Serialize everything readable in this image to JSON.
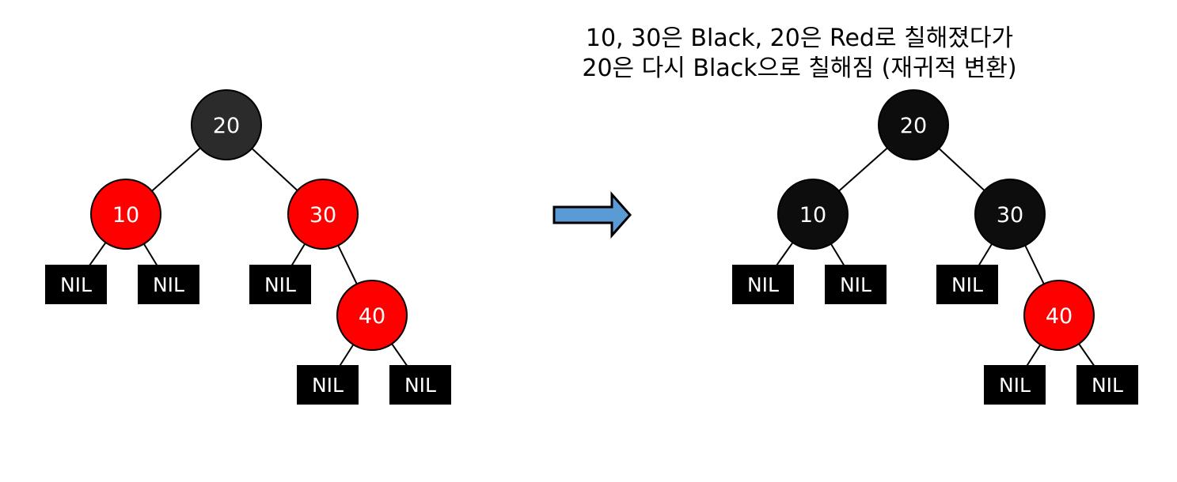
{
  "caption": {
    "line1": "10, 30은 Black, 20은 Red로 칠해졌다가",
    "line2": "20은 다시 Black으로 칠해짐 (재귀적 변환)"
  },
  "colors": {
    "red_node": "#ff0000",
    "black_node_before": "#2b2b2b",
    "black_node_after": "#0d0d0d",
    "nil_box": "#000000",
    "arrow_fill": "#5b9bd5",
    "edge": "#000000"
  },
  "trees": [
    {
      "id": "before",
      "nodes": [
        {
          "id": "n20",
          "label": "20",
          "color": "black"
        },
        {
          "id": "n10",
          "label": "10",
          "color": "red"
        },
        {
          "id": "n30",
          "label": "30",
          "color": "red"
        },
        {
          "id": "n40",
          "label": "40",
          "color": "red"
        }
      ],
      "nils": [
        {
          "id": "nil10l",
          "label": "NIL"
        },
        {
          "id": "nil10r",
          "label": "NIL"
        },
        {
          "id": "nil30l",
          "label": "NIL"
        },
        {
          "id": "nil40l",
          "label": "NIL"
        },
        {
          "id": "nil40r",
          "label": "NIL"
        }
      ]
    },
    {
      "id": "after",
      "nodes": [
        {
          "id": "n20",
          "label": "20",
          "color": "black"
        },
        {
          "id": "n10",
          "label": "10",
          "color": "black"
        },
        {
          "id": "n30",
          "label": "30",
          "color": "black"
        },
        {
          "id": "n40",
          "label": "40",
          "color": "red"
        }
      ],
      "nils": [
        {
          "id": "nil10l",
          "label": "NIL"
        },
        {
          "id": "nil10r",
          "label": "NIL"
        },
        {
          "id": "nil30l",
          "label": "NIL"
        },
        {
          "id": "nil40l",
          "label": "NIL"
        },
        {
          "id": "nil40r",
          "label": "NIL"
        }
      ]
    }
  ]
}
